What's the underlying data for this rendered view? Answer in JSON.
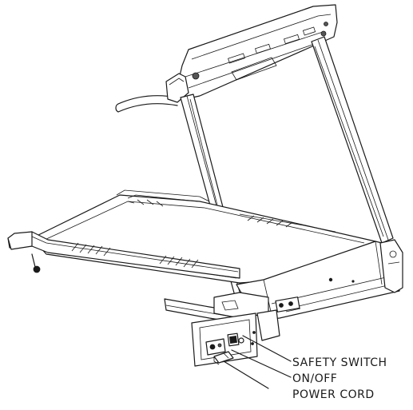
{
  "callouts": {
    "safety_switch": "SAFETY SWITCH",
    "on_off": "ON/OFF",
    "power_cord": "POWER CORD"
  },
  "colors": {
    "line": "#1a1a1a",
    "background": "#ffffff"
  }
}
